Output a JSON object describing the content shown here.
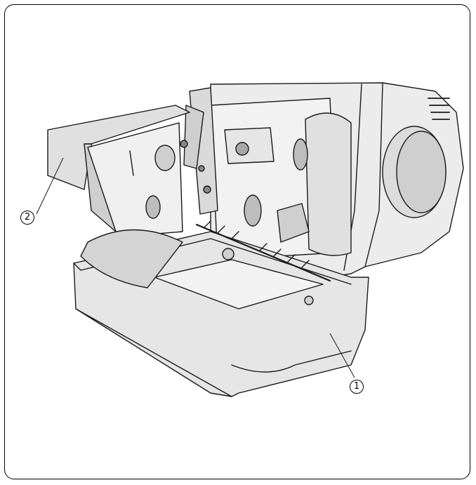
{
  "figure": {
    "callouts": [
      {
        "id": "1",
        "label": "1"
      },
      {
        "id": "2",
        "label": "2"
      }
    ],
    "colors": {
      "line": "#1a1a1a",
      "fill_light": "#e6e6e6",
      "fill_mid": "#cfcfcf",
      "fill_dark": "#a8a8a8",
      "background": "#ffffff"
    }
  }
}
